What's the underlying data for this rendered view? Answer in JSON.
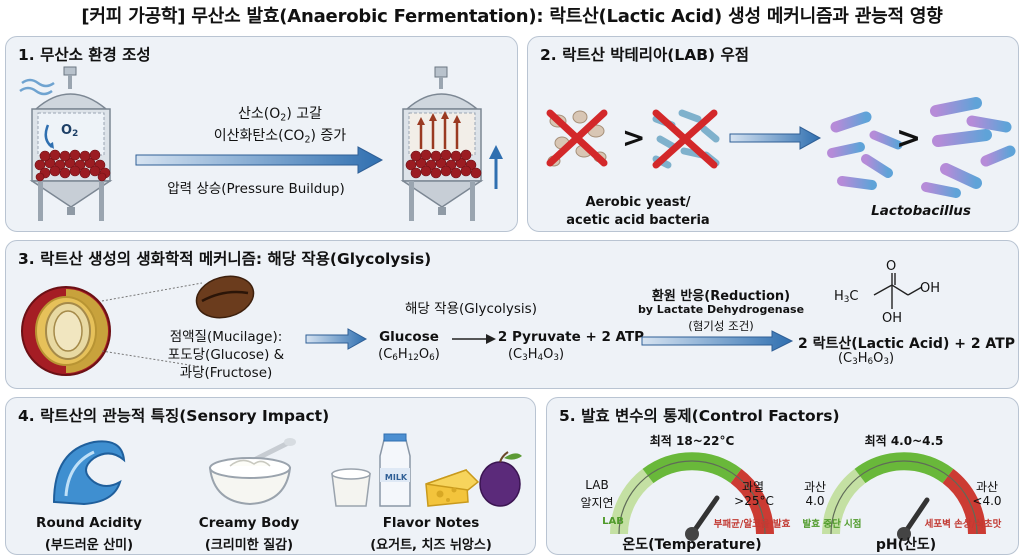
{
  "title": "[커피 가공학] 무산소 발효(Anaerobic Fermentation): 락트산(Lactic Acid) 생성 메커니즘과 관능적 영향",
  "colors": {
    "panel_bg": "#eef2f7",
    "panel_border": "#b9c4d2",
    "arrow_blue": "#2f6fb0",
    "coffee_cherry": "#9b1c22",
    "gauge_green": "#69b83a",
    "gauge_red": "#cc3b33",
    "gauge_lightgreen": "#c4e0a3"
  },
  "panel1": {
    "title": "1. 무산소 환경 조성",
    "o2_label": "O",
    "o2_sub": "2",
    "line1_pre": "산소(O",
    "line1_sub": "2",
    "line1_post": ") 고갈",
    "line2_pre": "이산화탄소(CO",
    "line2_sub": "2",
    "line2_post": ") 증가",
    "line3": "압력 상승(Pressure Buildup)",
    "icons": [
      "fermentation-tank-icon",
      "sealed-tank-icon",
      "pressure-up-arrow-icon"
    ]
  },
  "panel2": {
    "title": "2. 락트산 박테리아(LAB) 우점",
    "left_caption_1": "Aerobic yeast/",
    "left_caption_2": "acetic acid bacteria",
    "right_caption": "Lactobacillus",
    "gt1": ">",
    "gt2": ">",
    "icons": [
      "yeast-crossed-icon",
      "rod-bacteria-crossed-icon",
      "lactobacillus-icon"
    ]
  },
  "panel3": {
    "title": "3. 락트산 생성의 생화학적 메커니즘: 해당 작용(Glycolysis)",
    "mucilage_1": "점액질(Mucilage):",
    "mucilage_2": "포도당(Glucose) &",
    "mucilage_3": "과당(Fructose)",
    "glycolysis_label": "해당 작용(Glycolysis)",
    "glucose": "Glucose",
    "glucose_formula": [
      "C",
      "6",
      "H",
      "12",
      "O",
      "6"
    ],
    "pyruvate": "2 Pyruvate + 2 ATP",
    "pyruvate_formula": [
      "C",
      "3",
      "H",
      "4",
      "O",
      "3"
    ],
    "reduction_1": "환원 반응(Reduction)",
    "reduction_2": "by Lactate Dehydrogenase",
    "reduction_3": "(혐기성 조건)",
    "product": "2 락트산(Lactic Acid) + 2 ATP",
    "product_formula": [
      "C",
      "3",
      "H",
      "6",
      "O",
      "3"
    ],
    "molecule_h3c": "H",
    "molecule_h3c_sub": "3",
    "molecule_c": "C",
    "molecule_oh_top": "OH",
    "molecule_o": "O",
    "molecule_oh_bottom": "OH",
    "icons": [
      "coffee-cherry-cross-section-icon",
      "coffee-bean-icon",
      "lactic-acid-molecule-icon"
    ]
  },
  "panel4": {
    "title": "4. 락트산의 관능적 특징(Sensory Impact)",
    "items": [
      {
        "label": "Round Acidity",
        "sub": "(부드러운 산미)",
        "icon": "wave-icon"
      },
      {
        "label": "Creamy Body",
        "sub": "(크리미한 질감)",
        "icon": "yogurt-bowl-icon"
      },
      {
        "label": "Flavor Notes",
        "sub": "(요거트, 치즈 뉘앙스)",
        "icon": "dairy-fruit-icon"
      }
    ],
    "milk_label": "MILK"
  },
  "panel5": {
    "title": "5. 발효 변수의 통제(Control Factors)",
    "temp_gauge": {
      "optimal": "최적 18~22°C",
      "left_1": "LAB",
      "left_2": "알지연",
      "right_1": "과열",
      "right_2": ">25°C",
      "bottom_left": "LAB",
      "bottom_right": "부패균/알코올 발효",
      "name": "온도(Temperature)"
    },
    "ph_gauge": {
      "optimal": "최적 4.0~4.5",
      "left_1": "과산",
      "left_2": "4.0",
      "right_1": "과산",
      "right_2": "<4.0",
      "bottom_left": "발효 중단 시점",
      "bottom_right": "세포벽 손상/식초맛",
      "name": "pH(산도)"
    }
  }
}
